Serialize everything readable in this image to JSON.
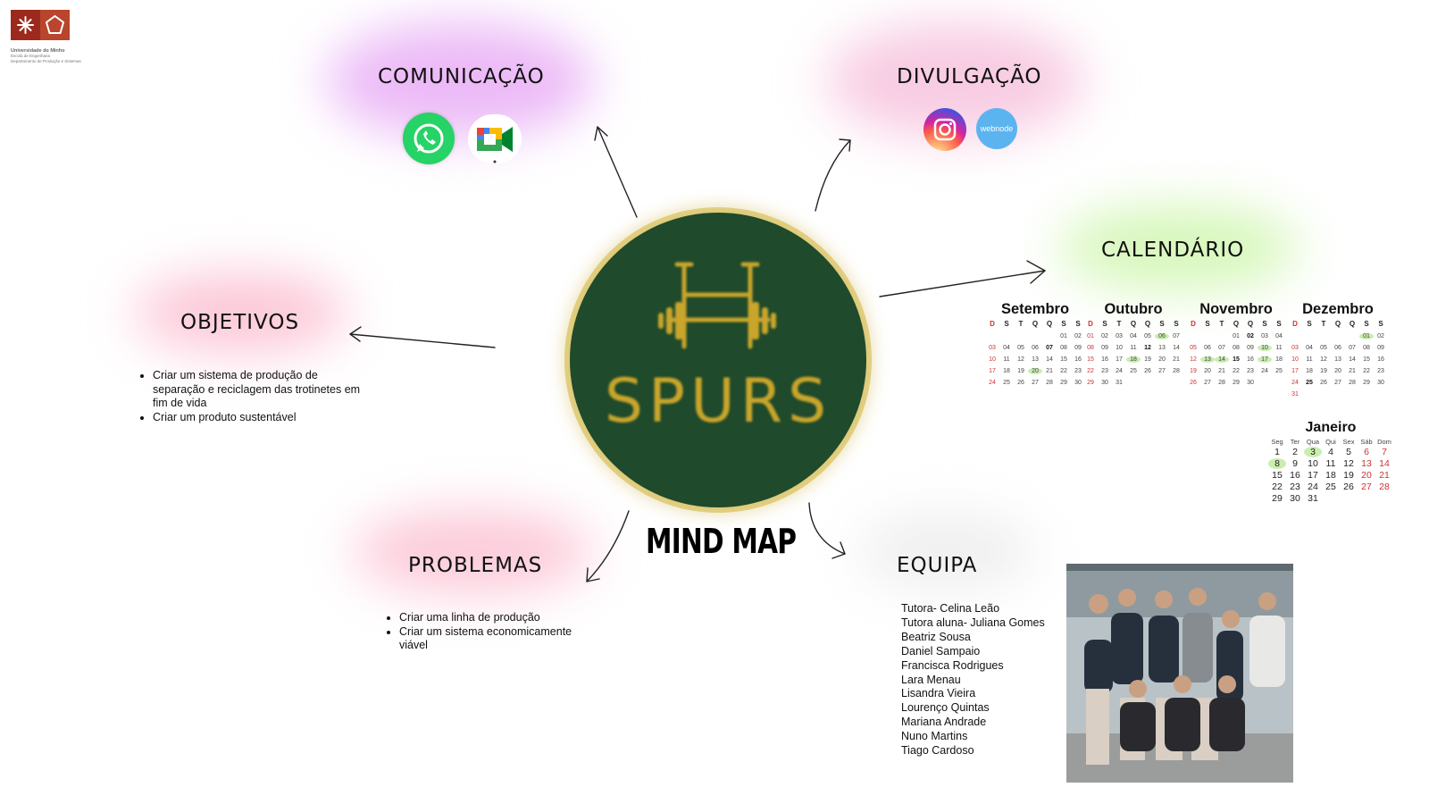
{
  "logo": {
    "name": "Universidade do Minho",
    "line2": "Escola de Engenharia",
    "line3": "Departamento de Produção e Sistemas"
  },
  "center": {
    "hub_text": "SPURS",
    "title": "MIND MAP",
    "hub_color": "#1f4a2b",
    "hub_text_color": "#c9a52b"
  },
  "nodes": {
    "comunicacao": {
      "title": "COMUNICAÇÃO",
      "icons": [
        "whatsapp-icon",
        "google-meet-icon"
      ]
    },
    "divulgacao": {
      "title": "DIVULGAÇÃO",
      "icons": [
        "instagram-icon",
        "webnode-icon"
      ],
      "webnode_label": "webnode"
    },
    "calendario": {
      "title": "CALENDÁRIO"
    },
    "objetivos": {
      "title": "OBJETIVOS",
      "items": [
        "Criar um sistema de produção de separação e reciclagem das trotinetes em fim de vida",
        "Criar um produto sustentável"
      ]
    },
    "problemas": {
      "title": "PROBLEMAS",
      "items": [
        "Criar uma linha de produção",
        "Criar um sistema economicamente viável"
      ]
    },
    "equipa": {
      "title": "EQUIPA",
      "members": [
        "Tutora- Celina Leão",
        "Tutora aluna- Juliana Gomes",
        "Beatriz Sousa",
        "Daniel Sampaio",
        "Francisca Rodrigues",
        "Lara Menau",
        "Lisandra Vieira",
        "Lourenço Quintas",
        "Mariana Andrade",
        "Nuno Martins",
        "Tiago Cardoso"
      ]
    }
  },
  "calendars": {
    "weekday_headers": [
      "D",
      "S",
      "T",
      "Q",
      "Q",
      "S",
      "S"
    ],
    "months": [
      {
        "name": "Setembro",
        "offset": 5,
        "days": 30,
        "highlight": [
          20
        ],
        "bold": [
          7
        ]
      },
      {
        "name": "Outubro",
        "offset": 0,
        "days": 31,
        "highlight": [
          6,
          18
        ],
        "bold": [
          12
        ]
      },
      {
        "name": "Novembro",
        "offset": 3,
        "days": 30,
        "highlight": [
          10,
          13,
          14,
          17
        ],
        "bold": [
          2,
          15
        ]
      },
      {
        "name": "Dezembro",
        "offset": 5,
        "days": 31,
        "highlight": [
          1
        ],
        "bold": [
          25
        ]
      }
    ],
    "january": {
      "name": "Janeiro",
      "headers": [
        "Seg",
        "Ter",
        "Qua",
        "Qui",
        "Sex",
        "Sáb",
        "Dom"
      ],
      "offset": 0,
      "days": 31,
      "highlight": [
        3,
        8
      ]
    }
  },
  "colors": {
    "glow_comunicacao": "#e9b6f5",
    "glow_divulgacao": "#f7c9e2",
    "glow_calendario": "#d4f6b8",
    "glow_objetivos": "#fbc6d6",
    "glow_problemas": "#fbc6d6",
    "glow_equipa": "#ececec"
  }
}
